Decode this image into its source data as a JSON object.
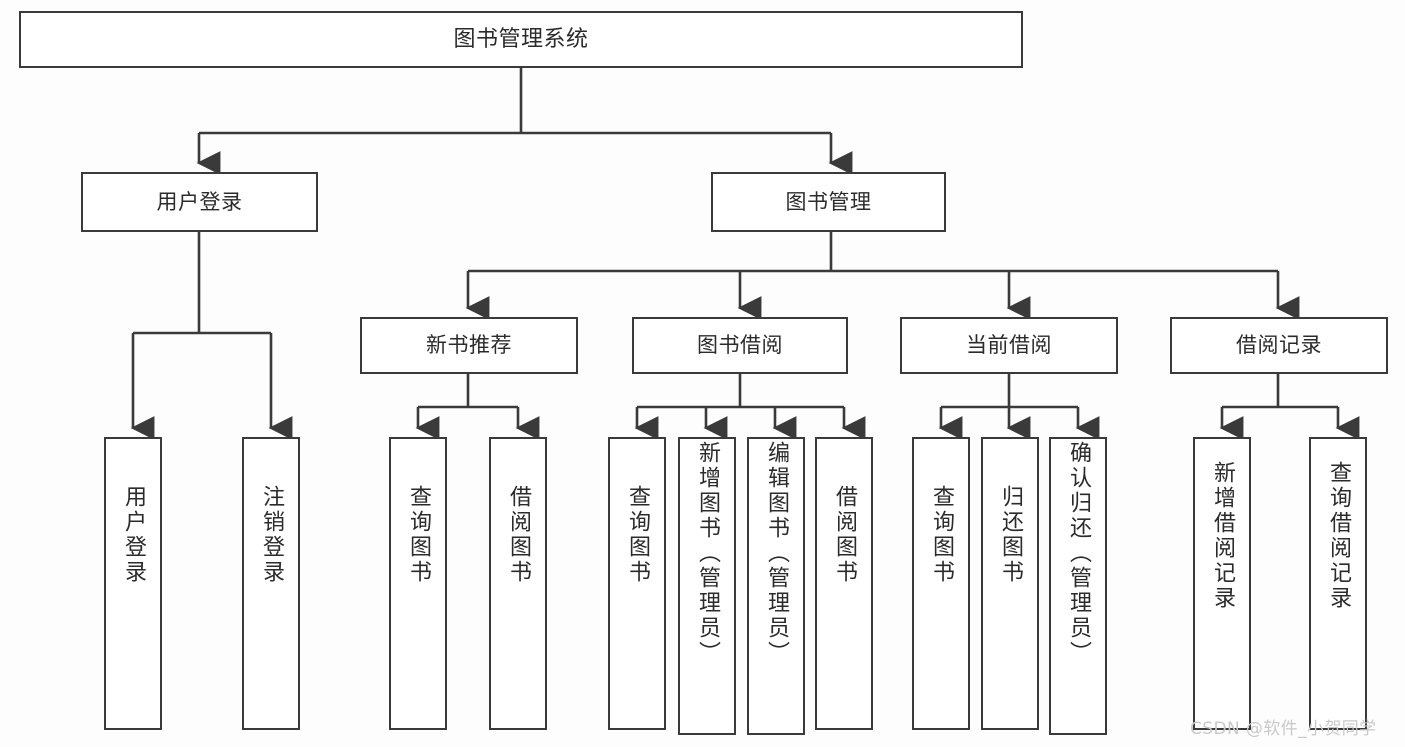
{
  "diagram": {
    "type": "tree-hierarchy",
    "title": "图书管理系统",
    "watermark": "CSDN @软件_小贺同学",
    "colors": {
      "background": "#fdfdfd",
      "node_fill": "#ffffff",
      "border": "#3a3a3a",
      "text": "#2b2b2b",
      "watermark": "#c9c9c9"
    },
    "nodes": {
      "root": {
        "label": "图书管理系统"
      },
      "level2": [
        {
          "label": "用户登录"
        },
        {
          "label": "图书管理"
        }
      ],
      "level3": [
        {
          "label": "新书推荐"
        },
        {
          "label": "图书借阅"
        },
        {
          "label": "当前借阅"
        },
        {
          "label": "借阅记录"
        }
      ],
      "leaves_user_login": [
        {
          "label": "用户登录"
        },
        {
          "label": "注销登录"
        }
      ],
      "leaves_new_book": [
        {
          "label": "查询图书"
        },
        {
          "label": "借阅图书"
        }
      ],
      "leaves_borrow": [
        {
          "label": "查询图书"
        },
        {
          "label": "新增图书（管理员）"
        },
        {
          "label": "编辑图书（管理员）"
        },
        {
          "label": "借阅图书"
        }
      ],
      "leaves_current": [
        {
          "label": "查询图书"
        },
        {
          "label": "归还图书"
        },
        {
          "label": "确认归还（管理员）"
        }
      ],
      "leaves_record": [
        {
          "label": "新增借阅记录"
        },
        {
          "label": "查询借阅记录"
        }
      ]
    }
  }
}
